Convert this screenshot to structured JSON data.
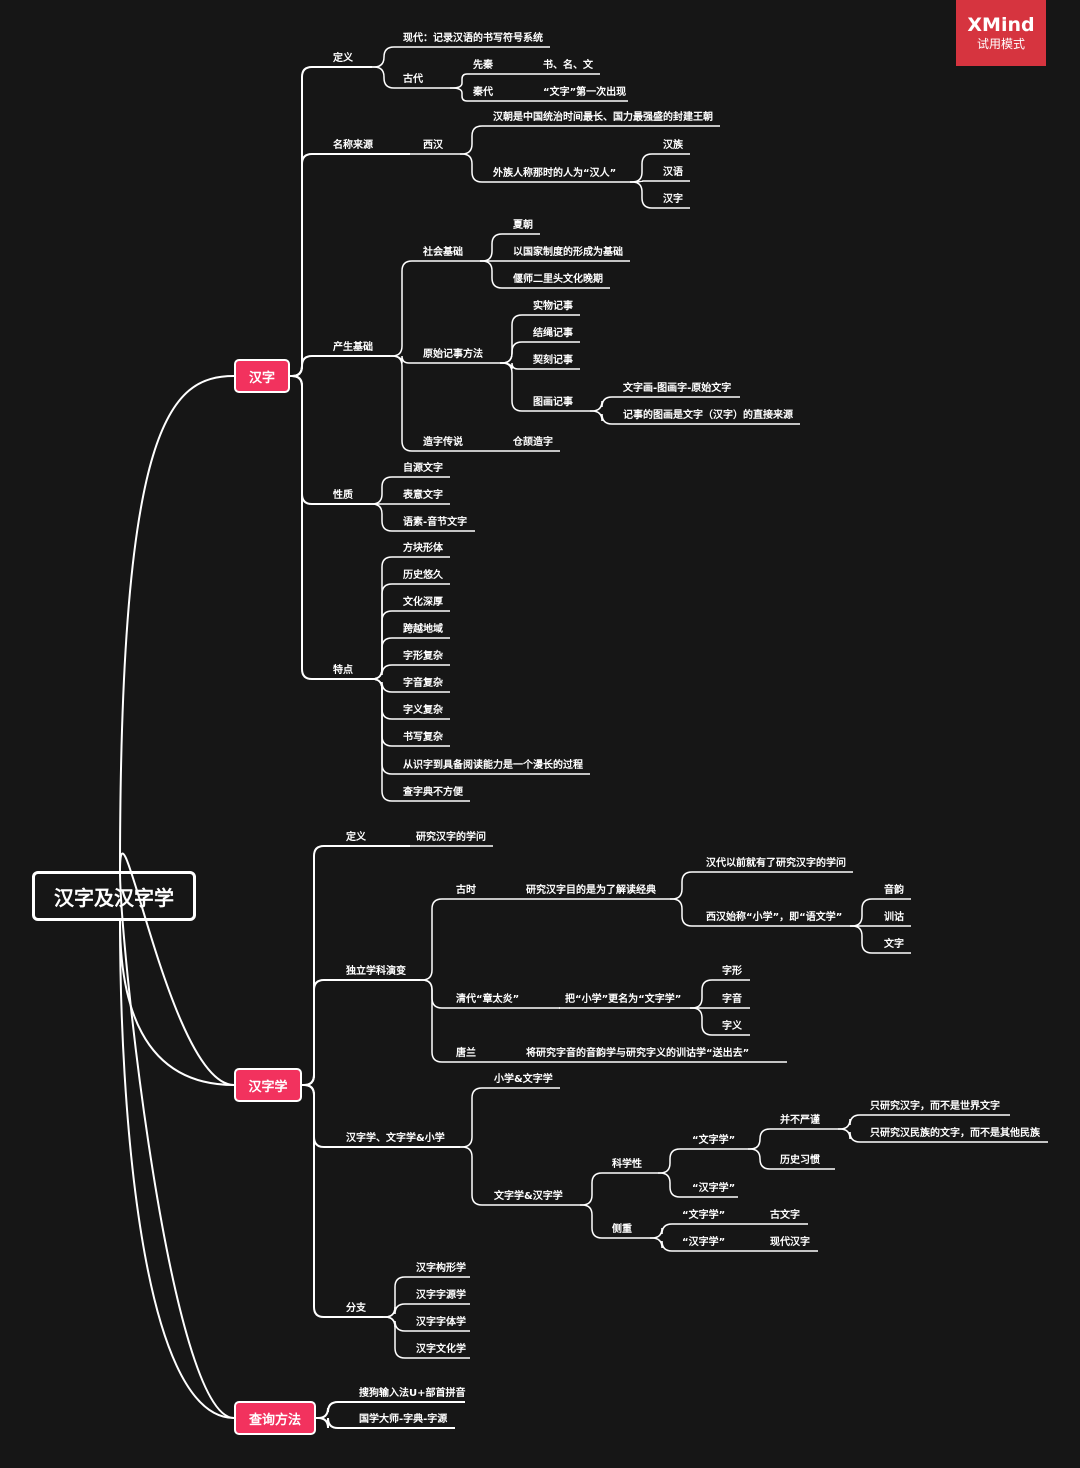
{
  "watermark": {
    "brand": "XMind",
    "mode": "试用模式"
  },
  "colors": {
    "background": "#161616",
    "branch_fill": "#f2325e",
    "line": "#ffffff",
    "badge": "#d6343f"
  },
  "root": {
    "label": "汉字及汉字学"
  },
  "branches": [
    {
      "label": "汉字",
      "children": [
        {
          "label": "定义",
          "children": [
            {
              "label": "现代：记录汉语的书写符号系统"
            },
            {
              "label": "古代",
              "children": [
                {
                  "label": "先秦",
                  "children": [
                    {
                      "label": "书、名、文"
                    }
                  ]
                },
                {
                  "label": "秦代",
                  "children": [
                    {
                      "label": "“文字”第一次出现"
                    }
                  ]
                }
              ]
            }
          ]
        },
        {
          "label": "名称来源",
          "children": [
            {
              "label": "西汉",
              "children": [
                {
                  "label": "汉朝是中国统治时间最长、国力最强盛的封建王朝"
                },
                {
                  "label": "外族人称那时的人为“汉人”",
                  "children": [
                    {
                      "label": "汉族"
                    },
                    {
                      "label": "汉语"
                    },
                    {
                      "label": "汉字"
                    }
                  ]
                }
              ]
            }
          ]
        },
        {
          "label": "产生基础",
          "children": [
            {
              "label": "社会基础",
              "children": [
                {
                  "label": "夏朝"
                },
                {
                  "label": "以国家制度的形成为基础"
                },
                {
                  "label": "偃师二里头文化晚期"
                }
              ]
            },
            {
              "label": "原始记事方法",
              "children": [
                {
                  "label": "实物记事"
                },
                {
                  "label": "结绳记事"
                },
                {
                  "label": "契刻记事"
                },
                {
                  "label": "图画记事",
                  "children": [
                    {
                      "label": "文字画-图画字-原始文字"
                    },
                    {
                      "label": "记事的图画是文字（汉字）的直接来源"
                    }
                  ]
                }
              ]
            },
            {
              "label": "造字传说",
              "children": [
                {
                  "label": "仓颉造字"
                }
              ]
            }
          ]
        },
        {
          "label": "性质",
          "children": [
            {
              "label": "自源文字"
            },
            {
              "label": "表意文字"
            },
            {
              "label": "语素-音节文字"
            }
          ]
        },
        {
          "label": "特点",
          "children": [
            {
              "label": "方块形体"
            },
            {
              "label": "历史悠久"
            },
            {
              "label": "文化深厚"
            },
            {
              "label": "跨越地域"
            },
            {
              "label": "字形复杂"
            },
            {
              "label": "字音复杂"
            },
            {
              "label": "字义复杂"
            },
            {
              "label": "书写复杂"
            },
            {
              "label": "从识字到具备阅读能力是一个漫长的过程"
            },
            {
              "label": "查字典不方便"
            }
          ]
        }
      ]
    },
    {
      "label": "汉字学",
      "children": [
        {
          "label": "定义",
          "children": [
            {
              "label": "研究汉字的学问"
            }
          ]
        },
        {
          "label": "独立学科演变",
          "children": [
            {
              "label": "古时",
              "children": [
                {
                  "label": "研究汉字目的是为了解读经典",
                  "children": [
                    {
                      "label": "汉代以前就有了研究汉字的学问"
                    },
                    {
                      "label": "西汉始称“小学”，即“语文学”",
                      "children": [
                        {
                          "label": "音韵"
                        },
                        {
                          "label": "训诂"
                        },
                        {
                          "label": "文字"
                        }
                      ]
                    }
                  ]
                }
              ]
            },
            {
              "label": "清代“章太炎”",
              "children": [
                {
                  "label": "把“小学”更名为“文字学”",
                  "children": [
                    {
                      "label": "字形"
                    },
                    {
                      "label": "字音"
                    },
                    {
                      "label": "字义"
                    }
                  ]
                }
              ]
            },
            {
              "label": "唐兰",
              "children": [
                {
                  "label": "将研究字音的音韵学与研究字义的训诂学“送出去”"
                }
              ]
            }
          ]
        },
        {
          "label": "汉字学、文字学&小学",
          "children": [
            {
              "label": "小学&文字学"
            },
            {
              "label": "文字学&汉字学",
              "children": [
                {
                  "label": "科学性",
                  "children": [
                    {
                      "label": "“文字学”",
                      "children": [
                        {
                          "label": "并不严谨",
                          "children": [
                            {
                              "label": "只研究汉字，而不是世界文字"
                            },
                            {
                              "label": "只研究汉民族的文字，而不是其他民族"
                            }
                          ]
                        },
                        {
                          "label": "历史习惯"
                        }
                      ]
                    },
                    {
                      "label": "“汉字学”"
                    }
                  ]
                },
                {
                  "label": "侧重",
                  "children": [
                    {
                      "label": "“文字学”",
                      "children": [
                        {
                          "label": "古文字"
                        }
                      ]
                    },
                    {
                      "label": "“汉字学”",
                      "children": [
                        {
                          "label": "现代汉字"
                        }
                      ]
                    }
                  ]
                }
              ]
            }
          ]
        },
        {
          "label": "分支",
          "children": [
            {
              "label": "汉字构形学"
            },
            {
              "label": "汉字字源学"
            },
            {
              "label": "汉字字体学"
            },
            {
              "label": "汉字文化学"
            }
          ]
        }
      ]
    },
    {
      "label": "查询方法",
      "children": [
        {
          "label": "搜狗输入法U+部首拼音"
        },
        {
          "label": "国学大师-字典-字源"
        }
      ]
    }
  ]
}
